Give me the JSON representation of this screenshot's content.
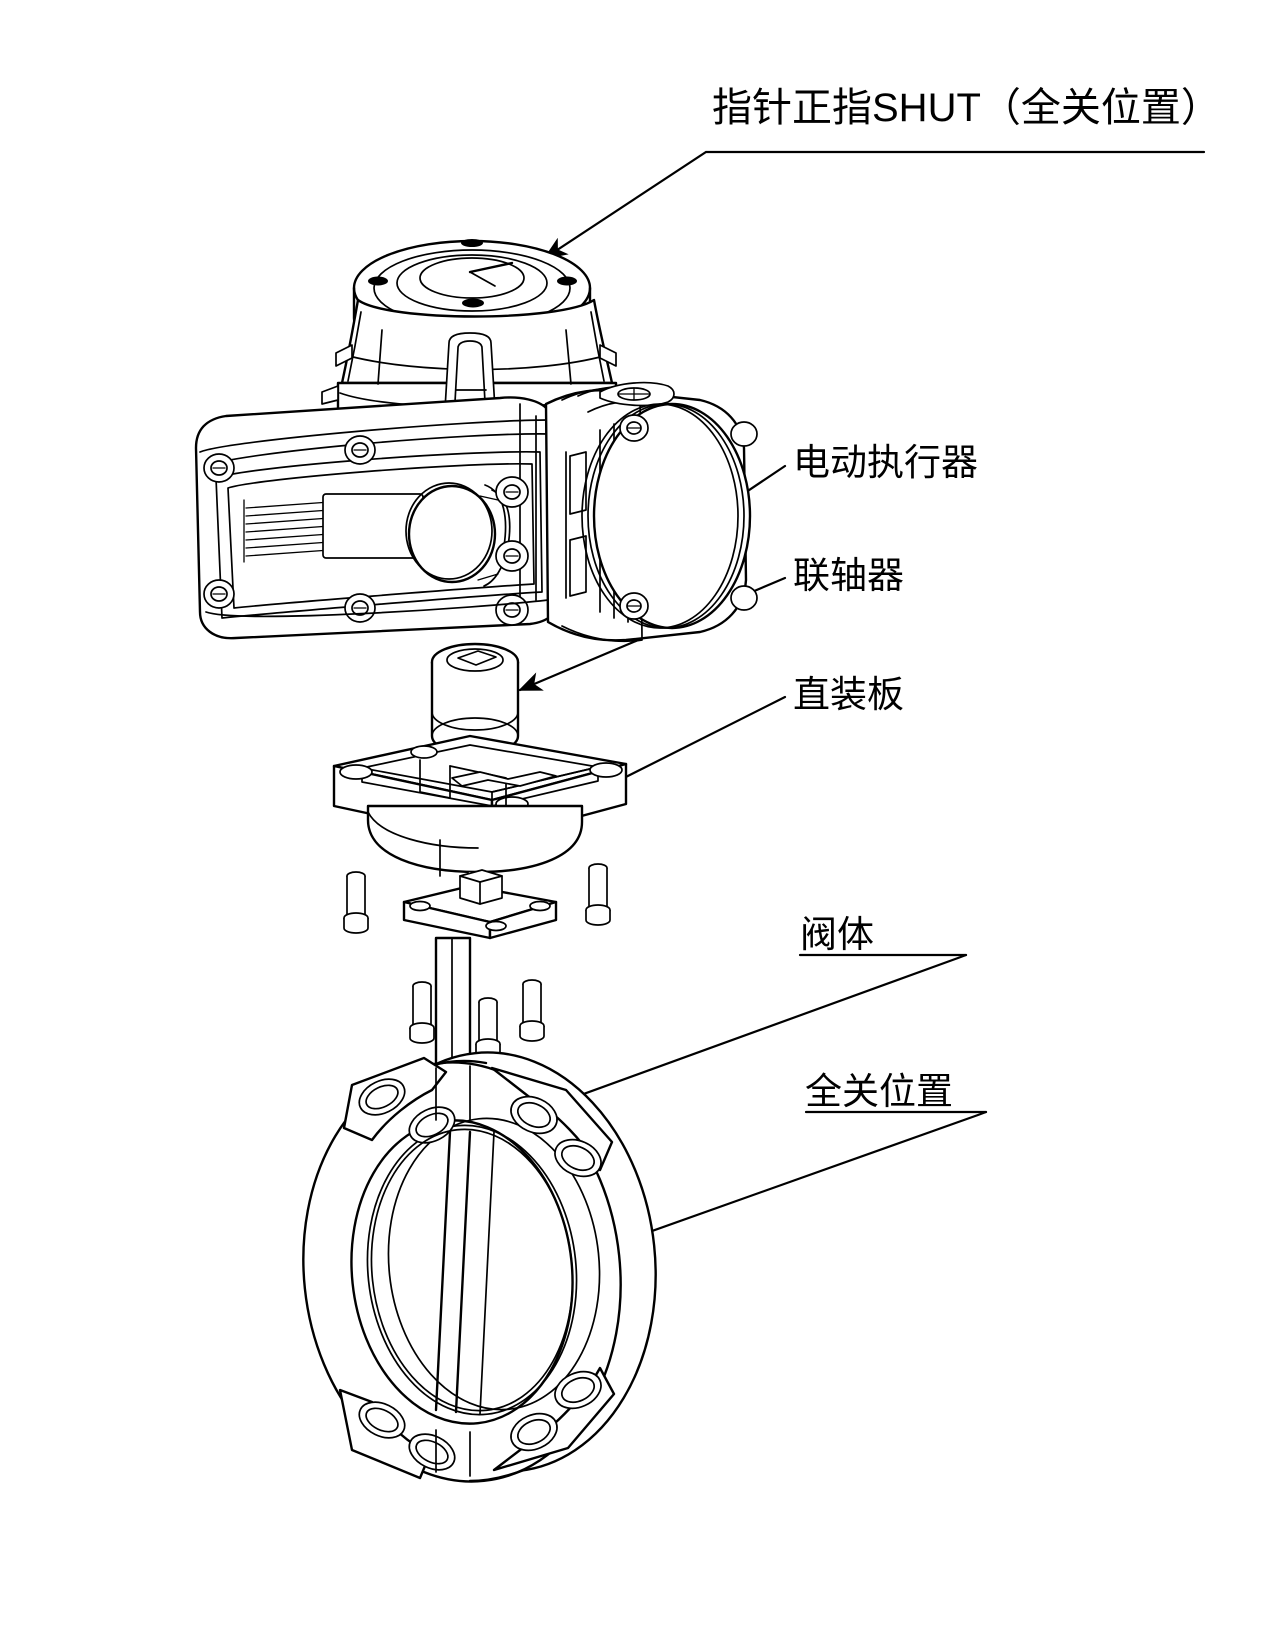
{
  "figure": {
    "kind": "exploded-assembly-line-drawing",
    "subject": "电动执行器蝶阀装配图",
    "background_color": "#ffffff",
    "line_color": "#000000"
  },
  "callouts": [
    {
      "id": "pointer-shut",
      "label": "指针正指SHUT（全关位置）",
      "target": "actuator-indicator-dial",
      "leader": "from text underline down-left to indicator window on actuator top cap"
    },
    {
      "id": "electric-actuator",
      "label": "电动执行器",
      "target": "actuator-motor-housing",
      "leader": "from text left edge to round motor end cap"
    },
    {
      "id": "coupling",
      "label": "联轴器",
      "target": "coupling-sleeve",
      "leader": "from text left edge down-left to coupling sleeve"
    },
    {
      "id": "mounting-plate",
      "label": "直装板",
      "target": "direct-mount-bracket",
      "leader": "from text left edge down-left to bracket side face"
    },
    {
      "id": "valve-body",
      "label": "阀体",
      "target": "butterfly-valve-body",
      "leader": "from text left edge down-left to valve body lug"
    },
    {
      "id": "closed-position",
      "label": "全关位置",
      "target": "valve-disc-closed",
      "leader": "from text left edge down-left to disc face"
    }
  ],
  "parts": [
    {
      "id": "actuator-top-cap",
      "name": "执行器顶盖 / 指示盘",
      "order": 1
    },
    {
      "id": "actuator-body",
      "name": "执行器本体",
      "order": 2
    },
    {
      "id": "actuator-motor-cover",
      "name": "电机端盖",
      "order": 3
    },
    {
      "id": "coupling-sleeve",
      "name": "联轴器",
      "order": 4
    },
    {
      "id": "direct-mount-bracket",
      "name": "直装板",
      "order": 5
    },
    {
      "id": "bracket-bolts",
      "name": "支架螺栓",
      "order": 6,
      "count": 2
    },
    {
      "id": "stem-adapter-plate",
      "name": "阀杆连接板",
      "order": 7
    },
    {
      "id": "valve-bolts",
      "name": "阀体螺栓",
      "order": 8,
      "count": 3
    },
    {
      "id": "valve-stem",
      "name": "阀杆",
      "order": 9
    },
    {
      "id": "butterfly-valve-body",
      "name": "蝶阀阀体",
      "order": 10
    },
    {
      "id": "valve-disc",
      "name": "蝶板（全关）",
      "order": 11
    }
  ],
  "colors": {
    "stroke": "#000000",
    "fill": "#ffffff",
    "text": "#000000"
  }
}
